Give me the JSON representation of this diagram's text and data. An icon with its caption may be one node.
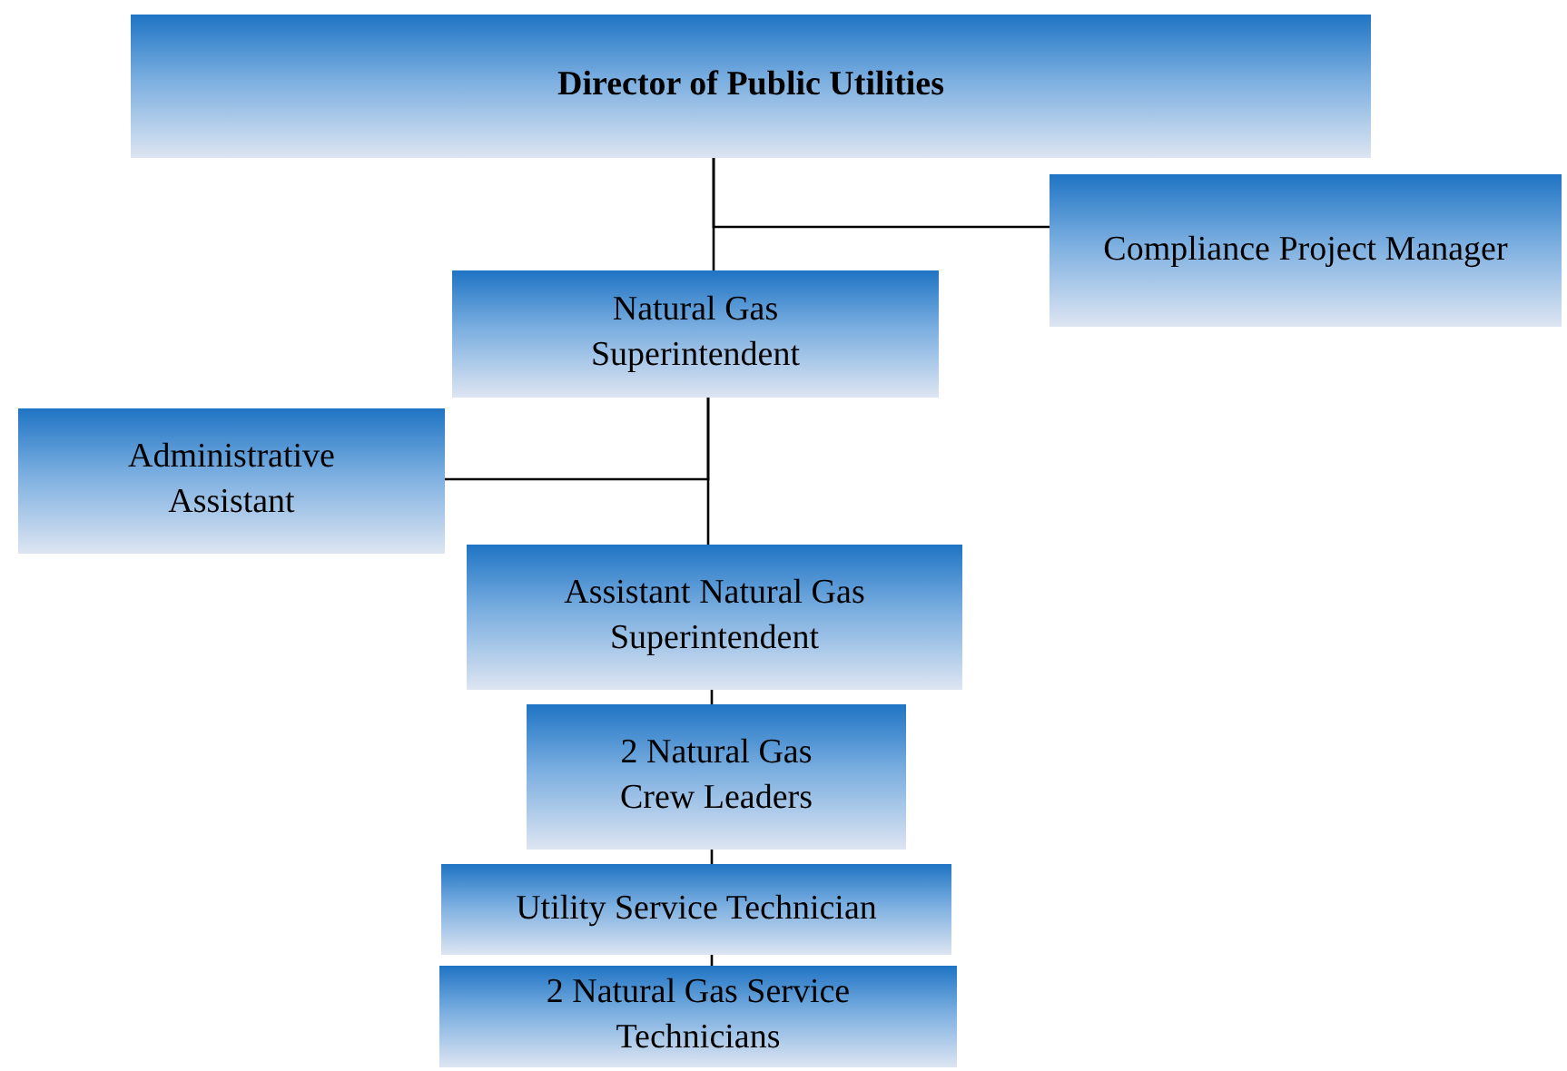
{
  "diagram": {
    "nodes": [
      {
        "text": [
          "Director of Public Utilities"
        ]
      },
      {
        "text": [
          "Compliance Project Manager"
        ]
      },
      {
        "text": [
          "Natural Gas Superintendent"
        ]
      },
      {
        "text": [
          "Administrative Assistant"
        ]
      },
      {
        "text": [
          "Assistant Natural Gas Superintendent"
        ]
      },
      {
        "text": [
          "2 Natural Gas Crew Leaders"
        ]
      },
      {
        "text": [
          "Utility Service Technician"
        ]
      },
      {
        "text": [
          "2 Natural Gas Service Technicians"
        ]
      }
    ],
    "edges": [
      {
        "from": 0,
        "to": 2,
        "arrow": "none"
      },
      {
        "from": 0,
        "to": 1,
        "arrow": "none"
      },
      {
        "from": 2,
        "to": 4,
        "arrow": "none"
      },
      {
        "from": 2,
        "to": 3,
        "arrow": "none"
      },
      {
        "from": 4,
        "to": 5,
        "arrow": "none"
      },
      {
        "from": 5,
        "to": 6,
        "arrow": "none"
      },
      {
        "from": 6,
        "to": 7,
        "arrow": "none"
      }
    ]
  }
}
